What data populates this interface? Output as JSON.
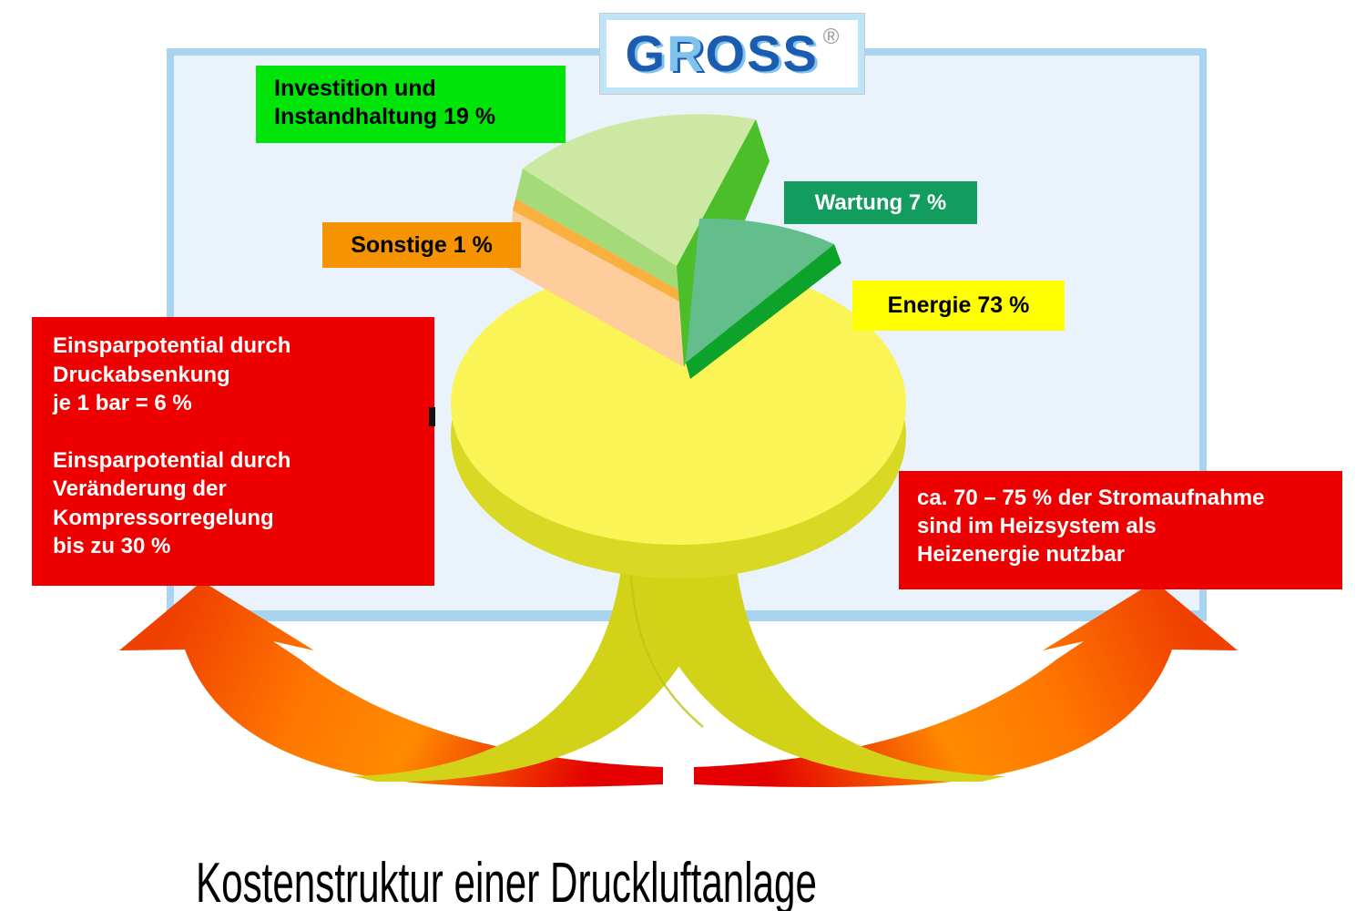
{
  "logo": {
    "letters": [
      "G",
      "R",
      "O",
      "S",
      "S"
    ],
    "registered": "®"
  },
  "title": "Kostenstruktur einer Druckluftanlage",
  "chart_data": {
    "type": "pie",
    "style": "3d-exploded",
    "title": "Kostenstruktur einer Druckluftanlage",
    "unit": "%",
    "slices": [
      {
        "label": "Energie",
        "value": 73,
        "color": "#faf457"
      },
      {
        "label": "Investition und Instandhaltung",
        "value": 19,
        "color": "#cde8a3"
      },
      {
        "label": "Wartung",
        "value": 7,
        "color": "#63be8b"
      },
      {
        "label": "Sonstige",
        "value": 1,
        "color": "#ffcc9b"
      }
    ],
    "legend_position": "floating-callout-labels"
  },
  "labels": {
    "investition": {
      "line1": "Investition und",
      "line2": "Instandhaltung 19 %",
      "bg": "#00e40a",
      "text_color": "#000000"
    },
    "sonstige": {
      "text": "Sonstige 1 %",
      "bg": "#f59300",
      "text_color": "#000000"
    },
    "wartung": {
      "text": "Wartung 7 %",
      "bg": "#129c5e",
      "text_color": "#ffffff"
    },
    "energie": {
      "text": "Energie 73 %",
      "bg": "#ffff00",
      "text_color": "#000000"
    }
  },
  "annotations": {
    "left": {
      "bg": "#ee0000",
      "text_color": "#ffffff",
      "paragraph1": [
        "Einsparpotential durch",
        "Druckabsenkung",
        "je 1 bar = 6 %"
      ],
      "paragraph2": [
        "Einsparpotential durch",
        "Veränderung der",
        "Kompressorregelung",
        "bis zu 30 %"
      ]
    },
    "right": {
      "bg": "#ee0000",
      "text_color": "#ffffff",
      "lines": [
        "ca. 70 – 75 % der Stromaufnahme",
        "sind im Heizsystem als",
        "Heizenergie nutzbar"
      ]
    }
  },
  "palette": {
    "panel_bg": "#eaf3fb",
    "panel_border": "#a8d4f0",
    "pie_yellow_top": "#faf457",
    "pie_yellow_side": "#d9d825",
    "stem_olive": "#d2d219",
    "wedge_green_top": "#cde8a3",
    "wedge_green_side_left": "#a5da78",
    "wedge_green_side_right": "#4cbe29",
    "wedge_teal_top": "#63be8b",
    "wedge_teal_rim": "#0da32b",
    "wedge_orange_top": "#f9b03f",
    "wedge_peach_side": "#ffcc9b",
    "arrow_red": "#e40000",
    "arrow_orange": "#ff8a00",
    "logo_blue_dark": "#1b5cb0",
    "logo_blue_light": "#7fc2ec"
  }
}
